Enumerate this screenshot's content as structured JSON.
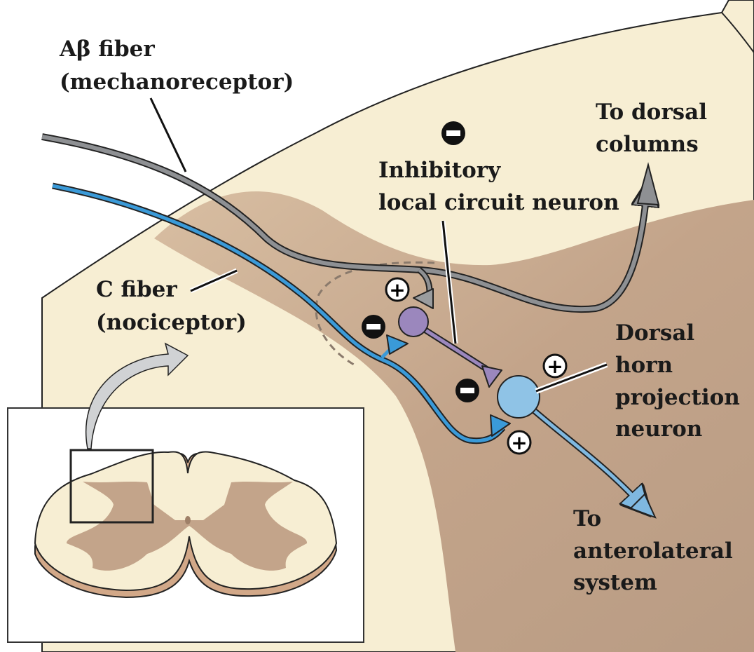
{
  "labels": {
    "ab_fiber": [
      "Aβ fiber",
      "(mechanoreceptor)"
    ],
    "c_fiber": [
      "C fiber",
      "(nociceptor)"
    ],
    "inhibitory": [
      "Inhibitory",
      "local circuit neuron"
    ],
    "dorsal_columns": [
      "To dorsal",
      "columns"
    ],
    "projection": [
      "Dorsal",
      "horn",
      "projection",
      "neuron"
    ],
    "anterolateral": [
      "To",
      "anterolateral",
      "system"
    ]
  },
  "signs": {
    "plus": "+",
    "minus": "−"
  },
  "colors": {
    "white_matter": "#f7eed3",
    "gray_matter": "#c9ab90",
    "ab_fiber": "#8e9093",
    "c_fiber": "#3a9ad8",
    "inhibitory_neuron": "#9b87bd",
    "projection_neuron": "#8fc3e6"
  }
}
